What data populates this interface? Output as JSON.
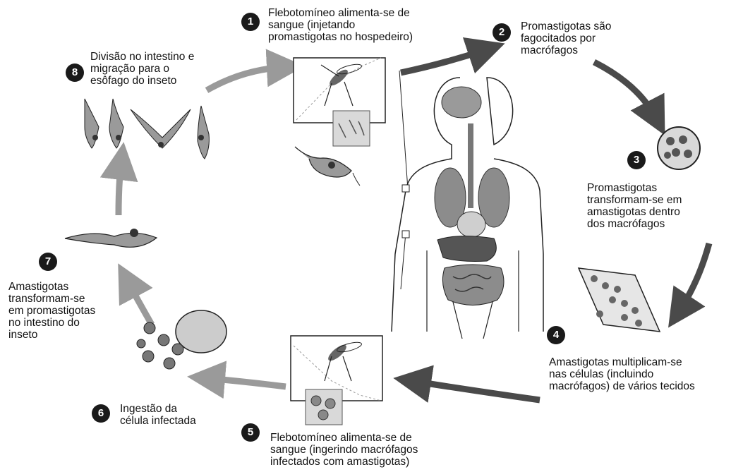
{
  "steps": [
    {
      "number": "1",
      "text": "Flebotomíneo alimenta-se de\nsangue (injetando\npromastigotas no hospedeiro)"
    },
    {
      "number": "2",
      "text": "Promastigotas são\nfagocitados por\nmacrófagos"
    },
    {
      "number": "3",
      "text": "Promastigotas\ntransformam-se em\namastigotas dentro\ndos macrófagos"
    },
    {
      "number": "4",
      "text": "Amastigotas multiplicam-se\nnas células (incluindo\nmacrófagos) de vários tecidos"
    },
    {
      "number": "5",
      "text": "Flebotomíneo alimenta-se de\nsangue (ingerindo macrófagos\ninfectados com amastigotas)"
    },
    {
      "number": "6",
      "text": "Ingestão da\ncélula infectada"
    },
    {
      "number": "7",
      "text": "Amastigotas\ntransformam-se\nem promastigotas\nno intestino do\ninseto"
    },
    {
      "number": "8",
      "text": "Divisão no intestino e\nmigração para o\nesôfago do inseto"
    }
  ],
  "colors": {
    "arrow_dark": "#4a4a4a",
    "arrow_light": "#9a9a9a",
    "number_badge": "#1a1a1a",
    "organ_gray": "#8c8c8c",
    "organ_dark": "#555555"
  }
}
